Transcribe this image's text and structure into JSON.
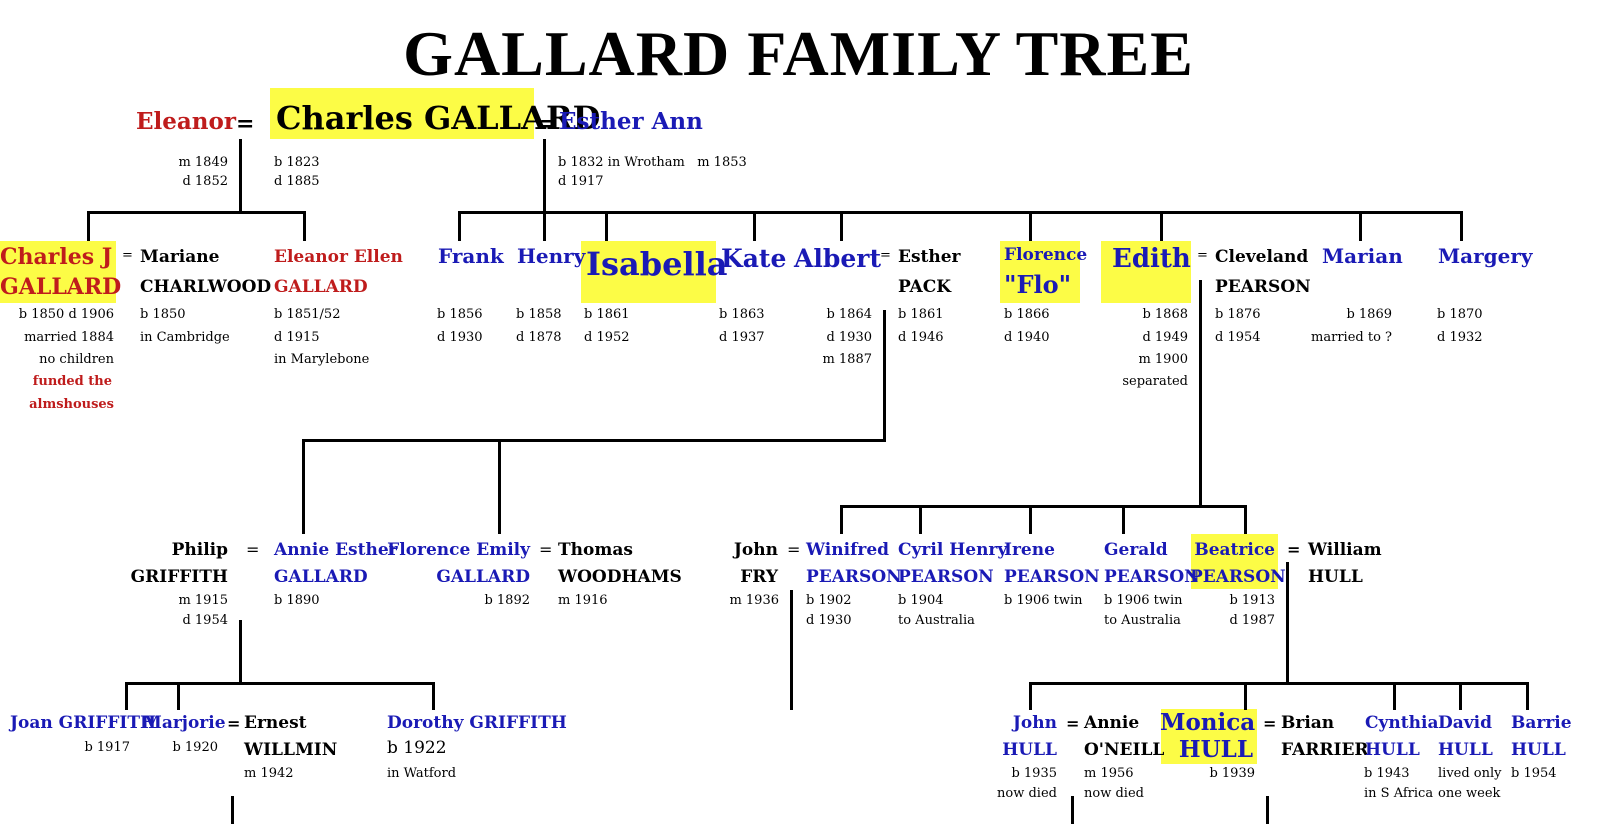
{
  "title": "GALLARD FAMILY TREE",
  "gen1": {
    "wife1": {
      "name": "Eleanor",
      "info": [
        "m 1849",
        "d 1852"
      ]
    },
    "eq": "=",
    "patriarch": {
      "name": "Charles GALLARD",
      "info": [
        "b 1823",
        "d 1885"
      ]
    },
    "wife2": {
      "name": "Esther Ann",
      "info": [
        "b 1832 in Wrotham   m 1853",
        "d 1917"
      ]
    }
  },
  "gen2": {
    "charles_j": {
      "line1": "Charles J",
      "line2": "GALLARD",
      "info": [
        "b 1850  d 1906",
        "married 1884",
        "no children"
      ],
      "note": [
        "funded the",
        "almshouses"
      ]
    },
    "mariane": {
      "line1": "Mariane",
      "line2": "CHARLWOOD",
      "info": [
        "b 1850",
        "in Cambridge"
      ]
    },
    "eleanor_ellen": {
      "line1": "Eleanor Ellen",
      "line2": "GALLARD",
      "info": [
        "b 1851/52",
        "d 1915",
        "in Marylebone"
      ]
    },
    "frank": {
      "name": "Frank",
      "info": [
        "b 1856",
        "d 1930"
      ]
    },
    "henry": {
      "name": "Henry",
      "info": [
        "b 1858",
        "d 1878"
      ]
    },
    "isabella": {
      "name": "Isabella",
      "info": [
        "b 1861",
        "d 1952"
      ]
    },
    "kate": {
      "name": "Kate",
      "info": [
        "b 1863",
        "d 1937"
      ]
    },
    "albert": {
      "name": "Albert",
      "info": [
        "b 1864",
        "d 1930",
        "m 1887"
      ]
    },
    "esther_pack": {
      "line1": "Esther",
      "line2": "PACK",
      "info": [
        "b 1861",
        "d 1946"
      ]
    },
    "florence": {
      "line1": "Florence",
      "line2": "\"Flo\"",
      "info": [
        "b 1866",
        "d 1940"
      ]
    },
    "edith": {
      "name": "Edith",
      "info": [
        "b 1868",
        "d 1949",
        "m 1900",
        "separated"
      ]
    },
    "cleveland": {
      "line1": "Cleveland",
      "line2": "PEARSON",
      "info": [
        "b 1876",
        "d 1954"
      ]
    },
    "marian": {
      "name": "Marian",
      "info": [
        "b 1869",
        "married to ?"
      ]
    },
    "margery": {
      "name": "Margery",
      "info": [
        "b 1870",
        "d 1932"
      ]
    }
  },
  "gen3": {
    "philip": {
      "line1": "Philip",
      "line2": "GRIFFITH",
      "info": [
        "m 1915",
        "d 1954"
      ]
    },
    "annie_esther": {
      "line1": "Annie Esther",
      "line2": "GALLARD",
      "info": [
        "b 1890"
      ]
    },
    "florence_emily": {
      "line1": "Florence Emily",
      "line2": "GALLARD",
      "info": [
        "b 1892"
      ]
    },
    "thomas": {
      "line1": "Thomas",
      "line2": "WOODHAMS",
      "info": [
        "m 1916"
      ]
    },
    "john_fry": {
      "line1": "John",
      "line2": "FRY",
      "info": [
        "m 1936"
      ]
    },
    "winifred": {
      "line1": "Winifred",
      "line2": "PEARSON",
      "info": [
        "b 1902",
        "d 1930"
      ]
    },
    "cyril": {
      "line1": "Cyril Henry",
      "line2": "PEARSON",
      "info": [
        "b 1904",
        "to Australia"
      ]
    },
    "irene": {
      "line1": "Irene",
      "line2": "PEARSON",
      "info": [
        "b 1906 twin"
      ]
    },
    "gerald": {
      "line1": "Gerald",
      "line2": "PEARSON",
      "info": [
        "b 1906 twin",
        "to Australia"
      ]
    },
    "beatrice": {
      "line1": "Beatrice",
      "line2": "PEARSON",
      "info": [
        "b 1913",
        "d 1987"
      ]
    },
    "william": {
      "line1": "William",
      "line2": "HULL"
    }
  },
  "gen4": {
    "joan": {
      "name": "Joan GRIFFITH",
      "info": [
        "b 1917"
      ]
    },
    "marjorie": {
      "name": "Marjorie",
      "info": [
        "b 1920"
      ]
    },
    "ernest": {
      "line1": "Ernest",
      "line2": "WILLMIN",
      "info": [
        "m 1942"
      ]
    },
    "dorothy": {
      "name": "Dorothy GRIFFITH",
      "line2": "b 1922",
      "info": [
        "in Watford"
      ]
    },
    "john_hull": {
      "line1": "John",
      "line2": "HULL",
      "info": [
        "b 1935",
        "now died"
      ]
    },
    "annie_oneill": {
      "line1": "Annie",
      "line2": "O'NEILL",
      "info": [
        "m 1956",
        "now died"
      ]
    },
    "monica": {
      "line1": "Monica",
      "line2": "HULL",
      "info": [
        "b 1939"
      ]
    },
    "brian": {
      "line1": "Brian",
      "line2": "FARRIER"
    },
    "cynthia": {
      "line1": "Cynthia",
      "line2": "HULL",
      "info": [
        "b 1943",
        "in S Africa"
      ]
    },
    "david": {
      "line1": "David",
      "line2": "HULL",
      "info": [
        "lived only",
        "one week"
      ]
    },
    "barrie": {
      "line1": "Barrie",
      "line2": "HULL",
      "info": [
        "b 1954"
      ]
    }
  },
  "colors": {
    "highlight": "#fcfc46",
    "blue": "#1a1ab5",
    "red": "#bf1c1c",
    "line": "#000000"
  }
}
